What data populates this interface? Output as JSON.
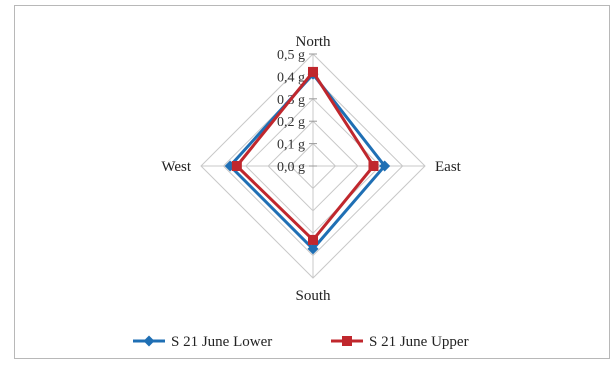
{
  "chart_data": {
    "type": "radar",
    "axes": [
      "North",
      "East",
      "South",
      "West"
    ],
    "rlim": [
      0,
      0.5
    ],
    "tick_values": [
      0.0,
      0.1,
      0.2,
      0.3,
      0.4,
      0.5
    ],
    "tick_labels": [
      "0,0 g",
      "0,1 g",
      "0,2 g",
      "0,3 g",
      "0,4 g",
      "0,5 g"
    ],
    "grid": true,
    "legend": "bottom",
    "series": [
      {
        "name": "S 21 June Lower",
        "color": "#1f6fb4",
        "marker": "diamond",
        "values": [
          0.41,
          0.32,
          0.37,
          0.37
        ]
      },
      {
        "name": "S 21 June Upper",
        "color": "#c0272d",
        "marker": "square",
        "values": [
          0.42,
          0.27,
          0.33,
          0.34
        ]
      }
    ]
  }
}
